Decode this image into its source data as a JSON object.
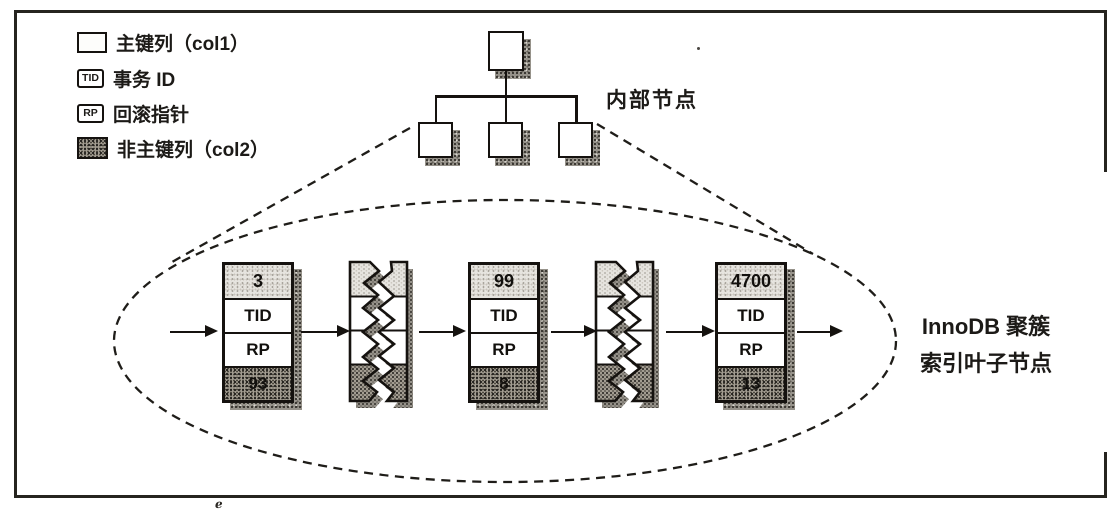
{
  "legend": {
    "items": [
      {
        "icon": "primary-key-swatch",
        "label": "主键列（col1）"
      },
      {
        "icon": "transaction-id-swatch",
        "chip": "TID",
        "label": "事务 ID"
      },
      {
        "icon": "rollback-pointer-swatch",
        "chip": "RP",
        "label": "回滚指针"
      },
      {
        "icon": "non-primary-key-swatch",
        "label": "非主键列（col2）"
      }
    ]
  },
  "tree": {
    "label": "内部节点"
  },
  "records": [
    {
      "pk": "3",
      "tid": "TID",
      "rp": "RP",
      "col2": "93"
    },
    {
      "pk": "99",
      "tid": "TID",
      "rp": "RP",
      "col2": "8"
    },
    {
      "pk": "4700",
      "tid": "TID",
      "rp": "RP",
      "col2": "13"
    }
  ],
  "leaf_label": {
    "line1": "InnoDB 聚簇",
    "line2": "索引叶子节点"
  },
  "artifact_mark": "ℯ",
  "colors": {
    "ink": "#15120f",
    "paper": "#ffffff",
    "stipple_light": "#e6e4df",
    "stipple_dark": "#a29c91",
    "shadow": "#96928a"
  }
}
